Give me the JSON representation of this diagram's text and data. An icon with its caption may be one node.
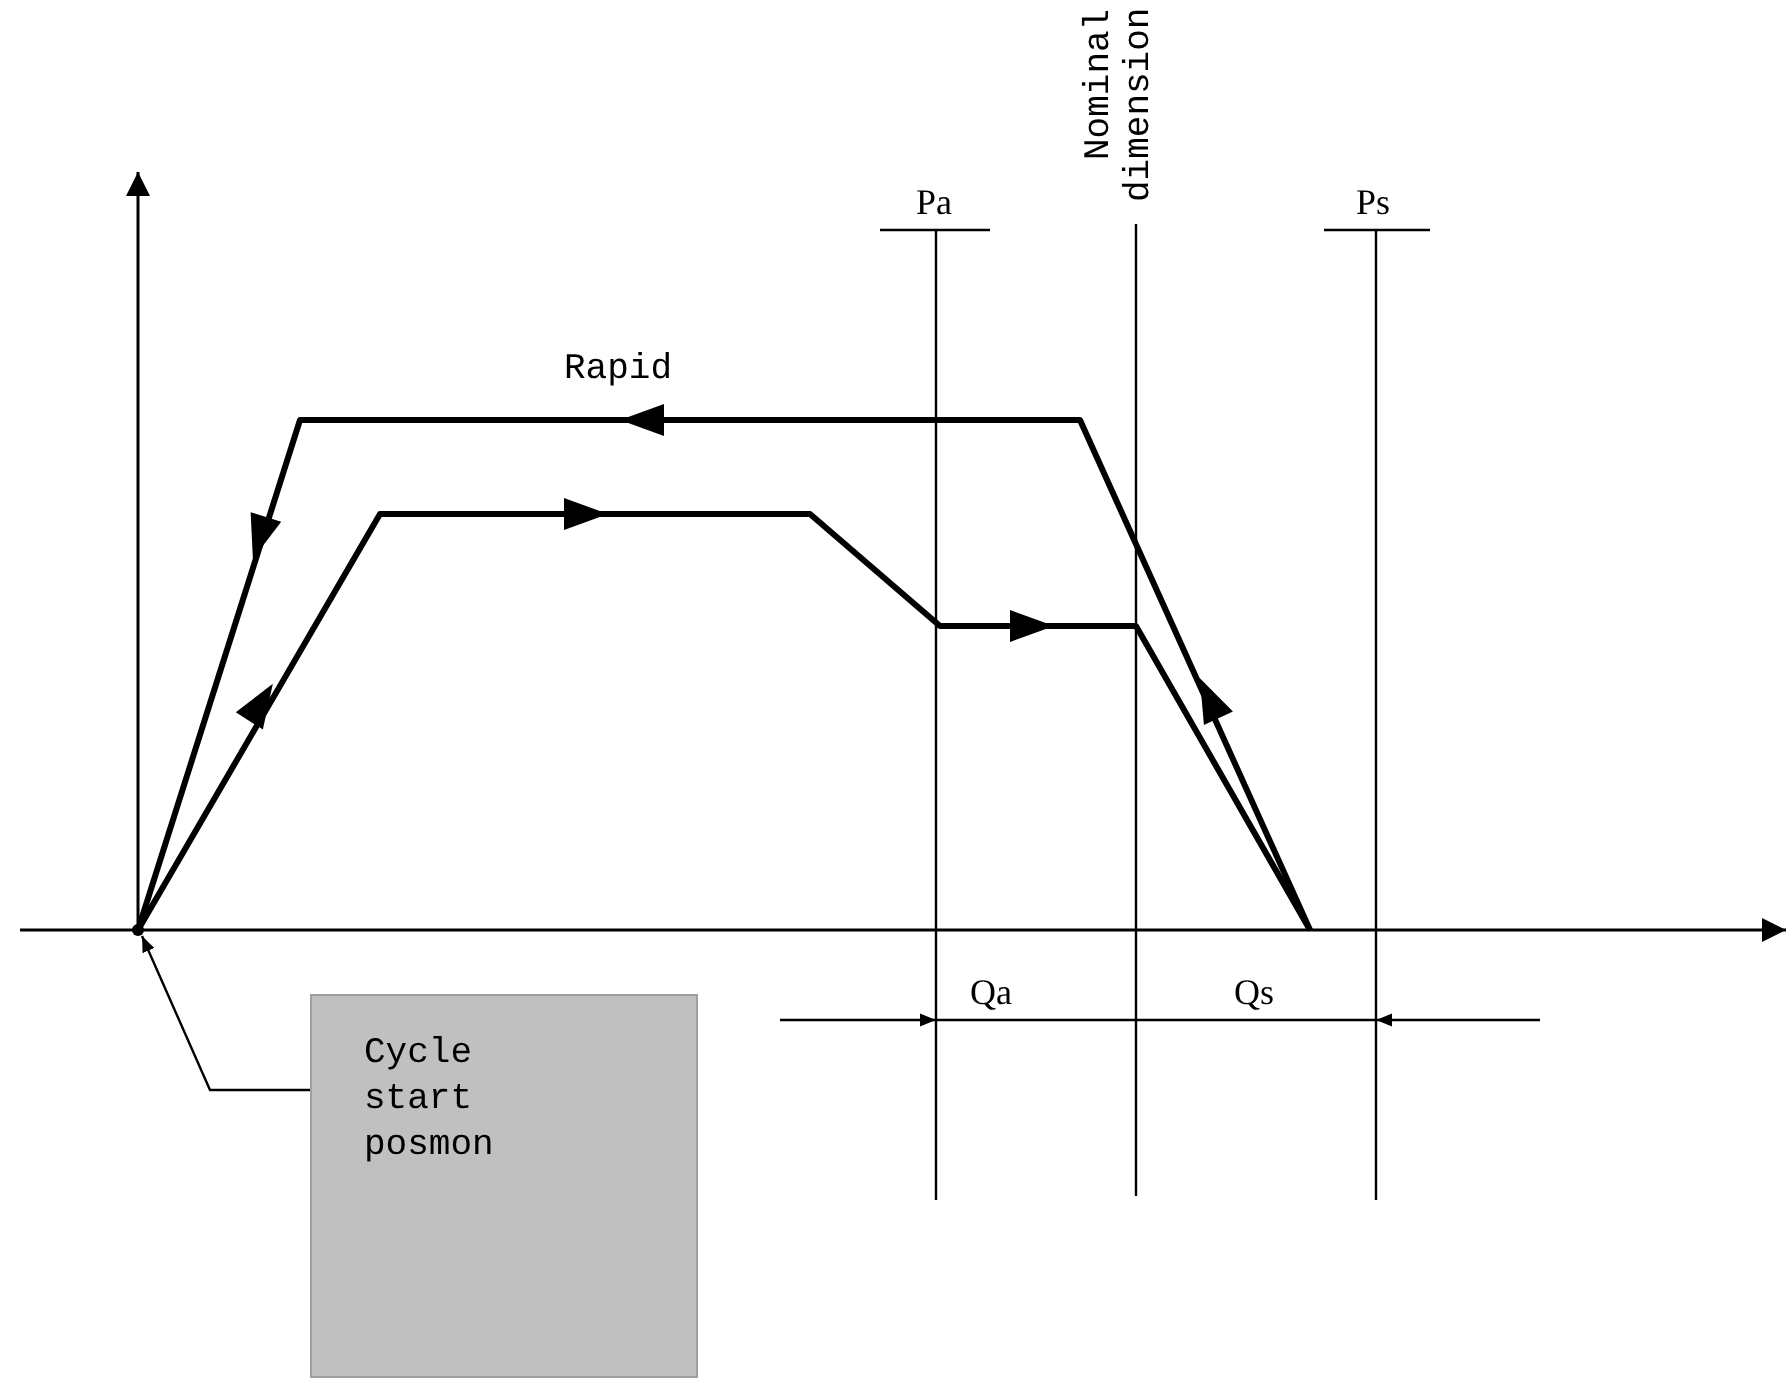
{
  "diagram": {
    "nodes": [
      {
        "text": [
          "Cycle start posmon"
        ]
      },
      {
        "text": [],
        "shape": "point"
      }
    ],
    "edges": [
      {
        "from": 0,
        "to": 1,
        "arrow": "to"
      }
    ],
    "labels": [
      "Rapid",
      "Pa",
      "Nominal dimension",
      "Ps",
      "Qa",
      "Qs"
    ]
  }
}
